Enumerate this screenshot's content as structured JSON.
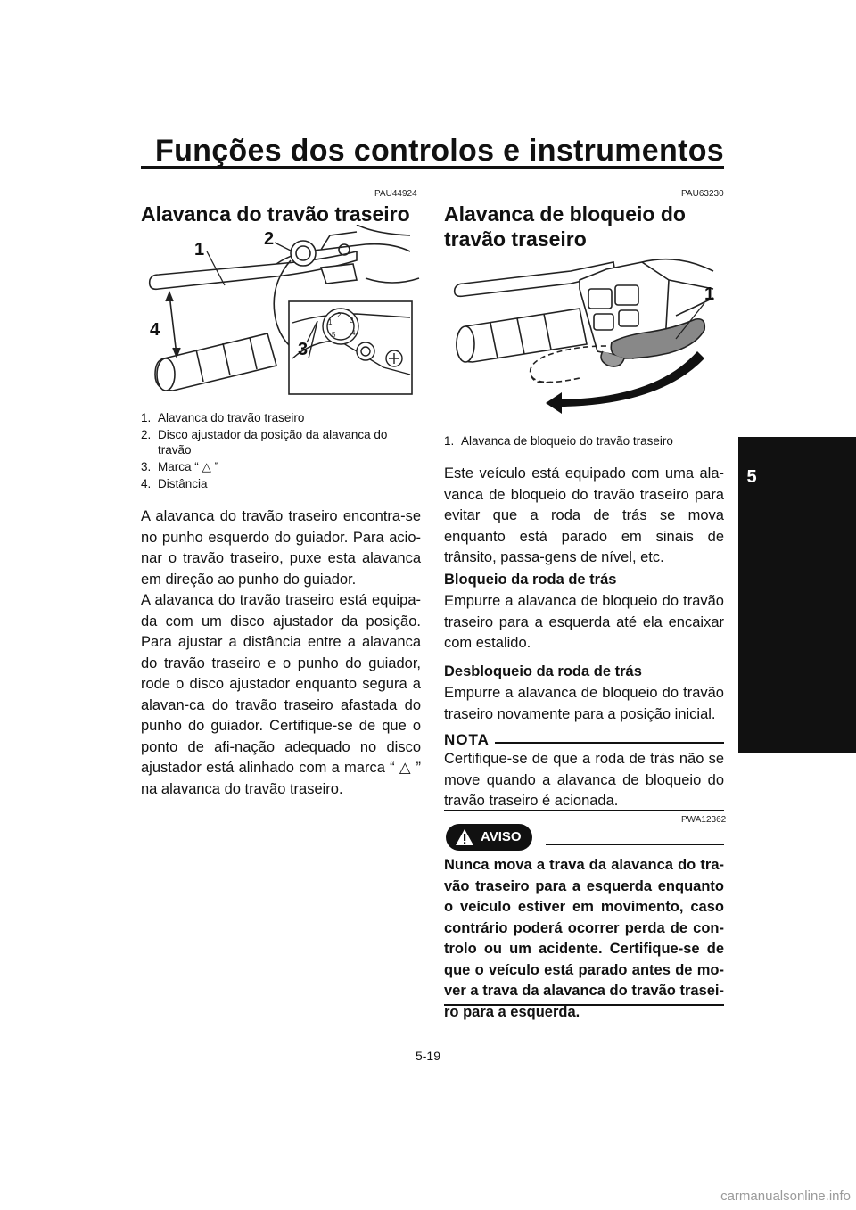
{
  "header": {
    "title": "Funções dos controlos e instrumentos",
    "chapter": "5"
  },
  "left": {
    "code": "PAU44924",
    "heading": "Alavanca do travão traseiro",
    "figure_labels": [
      "1",
      "2",
      "3",
      "4"
    ],
    "captions": [
      {
        "n": "1.",
        "text": "Alavanca do travão traseiro"
      },
      {
        "n": "2.",
        "text": "Disco ajustador da posição da alavanca do travão"
      },
      {
        "n": "3.",
        "text": "Marca “ △ ”"
      },
      {
        "n": "4.",
        "text": "Distância"
      }
    ],
    "para1": "A alavanca do travão traseiro encontra-se no punho esquerdo do guiador. Para acio-nar o travão traseiro, puxe esta alavanca em direção ao punho do guiador.",
    "para2": "A alavanca do travão traseiro está equipa-da com um disco ajustador da posição. Para ajustar a distância entre a alavanca do travão traseiro e o punho do guiador, rode o disco ajustador enquanto segura a alavan-ca do travão traseiro afastada do punho do guiador. Certifique-se de que o ponto de afi-nação adequado no disco ajustador está alinhado com a marca “ △ ” na alavanca do travão traseiro."
  },
  "right": {
    "code": "PAU63230",
    "heading": "Alavanca de bloqueio do travão traseiro",
    "figure_labels": [
      "1"
    ],
    "caption": {
      "n": "1.",
      "text": "Alavanca de bloqueio do travão traseiro"
    },
    "para1": "Este veículo está equipado com uma ala-vanca de bloqueio do travão traseiro para evitar que a roda de trás se mova enquanto está parado em sinais de trânsito, passa-gens de nível, etc.",
    "sub1": "Bloqueio da roda de trás",
    "sub1_text": "Empurre a alavanca de bloqueio do travão traseiro para a esquerda até ela encaixar com estalido.",
    "sub2": "Desbloqueio da roda de trás",
    "sub2_text": "Empurre a alavanca de bloqueio do travão traseiro novamente para a posição inicial.",
    "nota_label": "NOTA",
    "nota_text": "Certifique-se de que a roda de trás não se move quando a alavanca de bloqueio do travão traseiro é acionada.",
    "warn_code": "PWA12362",
    "warn_label": "AVISO",
    "warn_text": "Nunca mova a trava da alavanca do tra-vão traseiro para a esquerda enquanto o veículo estiver em movimento, caso contrário poderá ocorrer perda de con-trolo ou um acidente. Certifique-se de que o veículo está parado antes de mo-ver a trava da alavanca do travão trasei-ro para a esquerda."
  },
  "footer": {
    "page": "5-19",
    "watermark": "carmanualsonline.info"
  }
}
